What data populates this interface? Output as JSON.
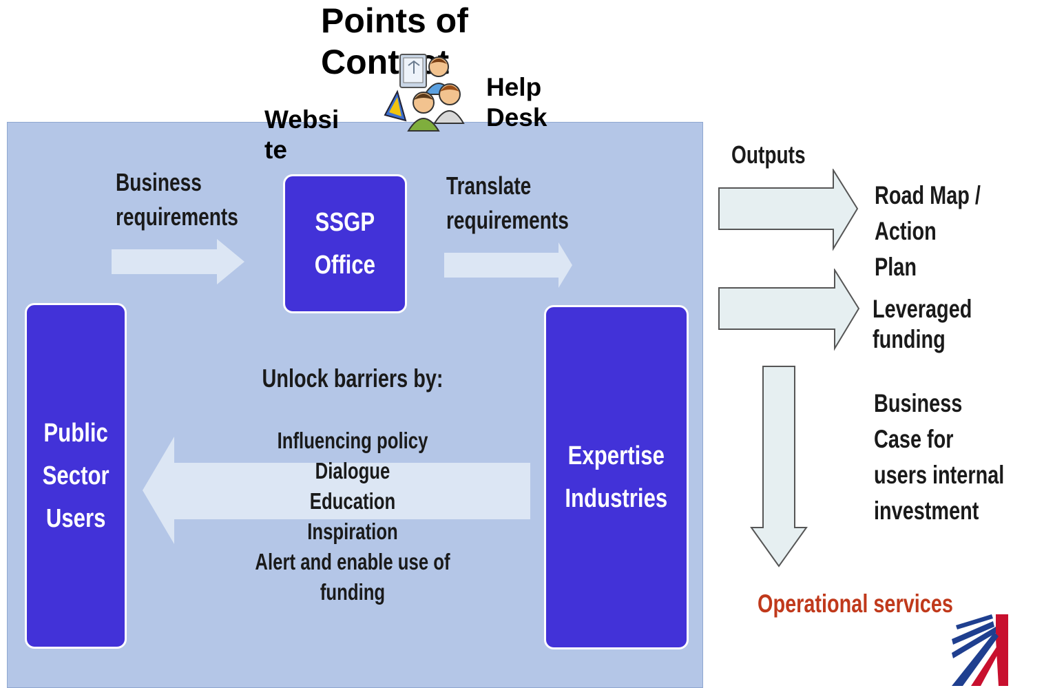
{
  "points_of_contact": {
    "title": "Points of\nContact",
    "website_label": "Websi\nte",
    "helpdesk_label": "Help\nDesk"
  },
  "flow": {
    "business_requirements": "Business\nrequirements",
    "translate_requirements": "Translate\nrequirements",
    "ssgp_office": "SSGP\nOffice",
    "public_sector_users": "Public\nSector\nUsers",
    "expertise_industries": "Expertise\nIndustries",
    "unlock_title": "Unlock barriers by:",
    "unlock_items": "Influencing policy\nDialogue\nEducation\nInspiration\nAlert and enable use of\nfunding"
  },
  "outputs": {
    "title": "Outputs",
    "road_map": "Road Map / Action\nPlan",
    "leveraged_funding": "Leveraged funding",
    "business_case": "Business Case for\nusers internal\ninvestment",
    "operational_services": "Operational services"
  },
  "colors": {
    "panel": "#b4c6e7",
    "box": "#4232d8",
    "operational": "#c0391b"
  },
  "icons": [
    "people-helpdesk-icon",
    "logo-icon"
  ]
}
